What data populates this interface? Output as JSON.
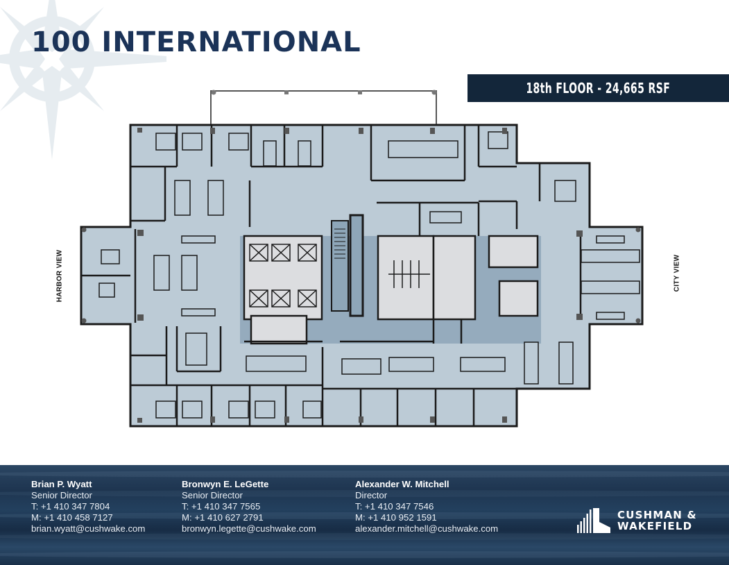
{
  "header": {
    "title": "100 INTERNATIONAL",
    "floor_banner": "18th FLOOR - 24,665 RSF",
    "compass_icon": "compass-rose-icon"
  },
  "floorplan": {
    "left_label": "HARBOR VIEW",
    "right_label": "CITY VIEW",
    "colors": {
      "office_fill": "#bccbd6",
      "core_fill": "#dcdde0",
      "core_overlay": "#8aa2b3",
      "wall": "#1a1a1a",
      "column": "#555555"
    }
  },
  "contacts": [
    {
      "name": "Brian P. Wyatt",
      "title": "Senior Director",
      "phone": "T: +1 410 347 7804",
      "mobile": "M: +1 410 458 7127",
      "email": "brian.wyatt@cushwake.com"
    },
    {
      "name": "Bronwyn E. LeGette",
      "title": "Senior Director",
      "phone": "T: +1 410 347 7565",
      "mobile": "M: +1 410 627 2791",
      "email": "bronwyn.legette@cushwake.com"
    },
    {
      "name": "Alexander W. Mitchell",
      "title": "Director",
      "phone": "T: +1 410 347 7546",
      "mobile": "M: +1 410 952 1591",
      "email": "alexander.mitchell@cushwake.com"
    }
  ],
  "brand": {
    "line1": "CUSHMAN &",
    "line2": "WAKEFIELD",
    "primary_color": "#1b3358",
    "banner_color": "#13263a"
  }
}
